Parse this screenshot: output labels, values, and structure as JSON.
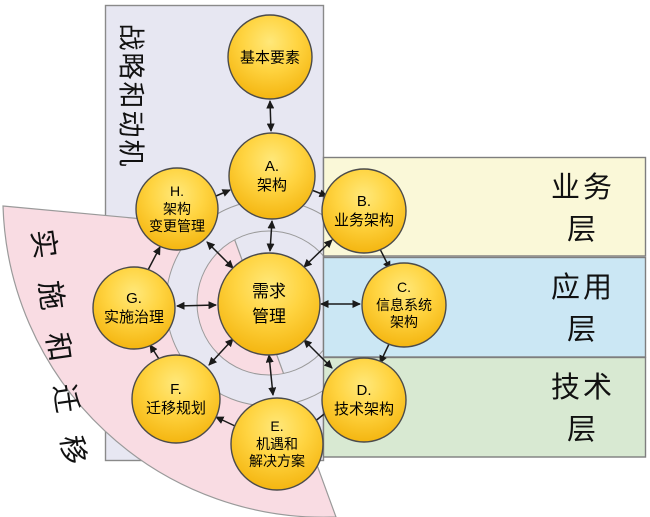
{
  "diagram_title": "TOGAF ADM cycle with architecture layers",
  "colors": {
    "strategy_bg": "#E7E7F2",
    "implementation_bg": "#F9DCE3",
    "ring_bg": "#E7E7F2",
    "business_bg": "#FAF8D8",
    "application_bg": "#CBE7F4",
    "technology_bg": "#D8E9D2",
    "node_light": "#FFE87A",
    "node_mid": "#FFD441",
    "node_deep": "#F1AD03",
    "node_stroke": "#4B4B4B",
    "region_stroke": "#8A8A8A",
    "arrow": "#1A1A1A"
  },
  "strategy_region": {
    "label": "战略和动机"
  },
  "implementation_region": {
    "label": "实施和迁移"
  },
  "layers": [
    {
      "label": "业务层"
    },
    {
      "label": "应用层"
    },
    {
      "label": "技术层"
    }
  ],
  "phases": {
    "preliminary": {
      "label": "基本要素"
    },
    "a": {
      "label": "A.\n架构"
    },
    "b": {
      "label": "B.\n业务架构"
    },
    "c": {
      "label": "C.\n信息系统\n架构"
    },
    "d": {
      "label": "D.\n技术架构"
    },
    "e": {
      "label": "E.\n机遇和\n解决方案"
    },
    "f": {
      "label": "F.\n迁移规划"
    },
    "g": {
      "label": "G.\n实施治理"
    },
    "h": {
      "label": "H.\n架构\n变更管理"
    },
    "requirements": {
      "label": "需求\n管理"
    }
  }
}
